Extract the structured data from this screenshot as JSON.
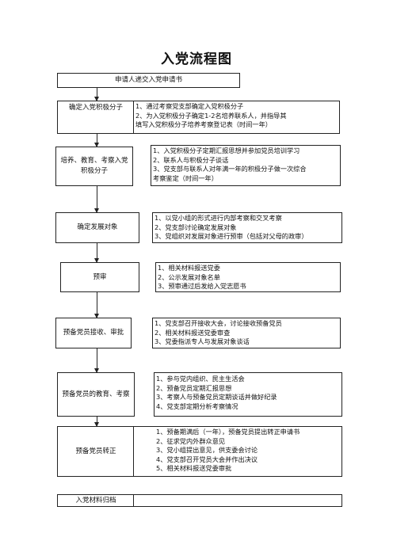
{
  "title": "入党流程图",
  "steps": [
    {
      "label": "申请人递交入党申请书",
      "items": []
    },
    {
      "label": "确定入党积极分子",
      "items": [
        "1、通过考察党支部确定入党积极分子",
        "2、为入党积极分子确定1-2名培养联系人，并指导其",
        "填写入党积极分子培养考察登记表（时间一年）"
      ]
    },
    {
      "label": "培养、教育、考察入党积极分子",
      "items": [
        "1、入党积极分子定期汇报思想并参加党员培训学习",
        "2、联系人与积极分子谈话",
        "3、党支部与联系人对年满一年的积极分子做一次综合",
        "考察鉴定（时间一年）"
      ]
    },
    {
      "label": "确定发展对象",
      "items": [
        "1、以党小组的形式进行内部考察和交叉考察",
        "2、党支部讨论确定发展对象",
        "3、党组织对发展对象进行预审（包括对父母的政审）"
      ]
    },
    {
      "label": "预审",
      "items": [
        "1、相关材料报送党委",
        "2、公示发展对象名单",
        "3、预审通过后发给入党志愿书"
      ]
    },
    {
      "label": "预备党员接收、审批",
      "items": [
        "1、党支部召开接收大会，讨论接收预备党员",
        "2、相关材料报送党委审查",
        "3、党委指派专人与发展对象谈话"
      ]
    },
    {
      "label": "预备党员的教育、考察",
      "items": [
        "1、参与党内组织、民主生活会",
        "2、预备党员定期汇报思想",
        "3、考察人与预备党员定期谈话并做好纪录",
        "4、党支部定期分析考察情况"
      ]
    },
    {
      "label": "预备党员转正",
      "items": [
        "1、预备期满后（一年），预备党员提出转正申请书",
        "2、征求党内外群众意见",
        "3、党小组提出意见，供支委会讨论",
        "4、党支部召开党员大会并作出决议",
        "5、相关材料报送党委审批"
      ]
    },
    {
      "label": "入党材料归档",
      "items": []
    }
  ]
}
